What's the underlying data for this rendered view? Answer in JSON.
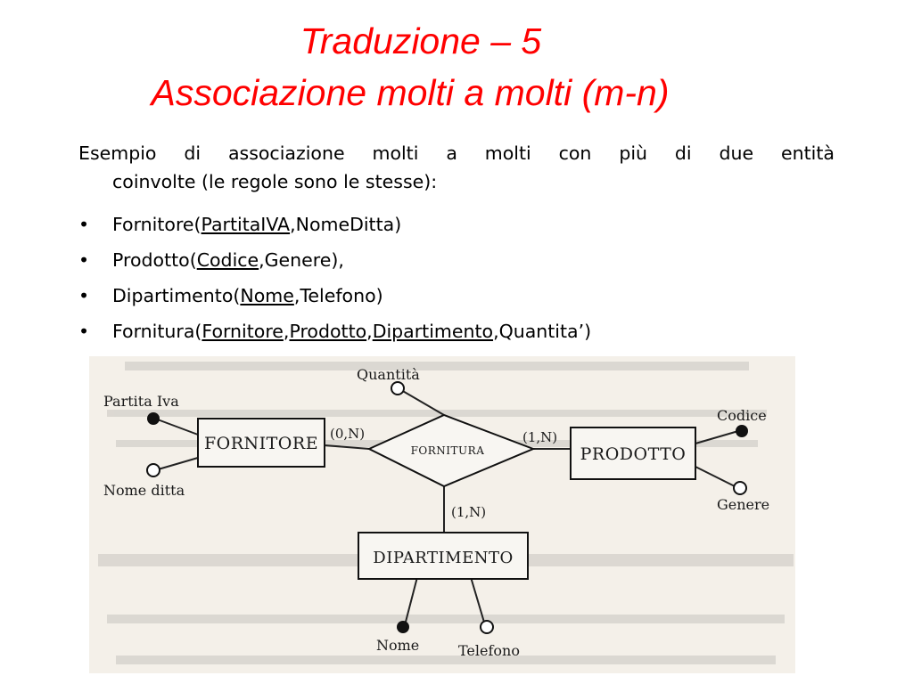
{
  "title": {
    "line1": "Traduzione – 5",
    "line2": "Associazione molti a molti (m-n)"
  },
  "intro": {
    "line1_words": [
      "Esempio",
      "di",
      "associazione",
      "molti",
      "a",
      "molti",
      "con",
      "più",
      "di",
      "due",
      "entità"
    ],
    "line2": "coinvolte (le regole sono le stesse):"
  },
  "bullets": [
    {
      "name": "Fornitore(",
      "keys": [
        "PartitaIVA"
      ],
      "rest": ",NomeDitta)"
    },
    {
      "name": "Prodotto(",
      "keys": [
        "Codice"
      ],
      "rest": ",Genere),"
    },
    {
      "name": "Dipartimento(",
      "keys": [
        "Nome"
      ],
      "rest": ",Telefono)"
    },
    {
      "name": "Fornitura(",
      "keys": [
        "Fornitore",
        "Prodotto",
        "Dipartimento"
      ],
      "rest": ",Quantita’)"
    }
  ],
  "bullet_symbol": "•",
  "diagram": {
    "entities": {
      "fornitore": "FORNITORE",
      "prodotto": "PRODOTTO",
      "dipartimento": "DIPARTIMENTO"
    },
    "relationship": "FORNITURA",
    "cardinalities": {
      "fornitore": "(0,N)",
      "prodotto": "(1,N)",
      "dipartimento": "(1,N)"
    },
    "attributes": {
      "partita_iva": "Partita Iva",
      "nome_ditta": "Nome ditta",
      "quantita": "Quantità",
      "codice": "Codice",
      "genere": "Genere",
      "nome": "Nome",
      "telefono": "Telefono"
    }
  },
  "colors": {
    "title": "#ff0000",
    "text": "#000000",
    "scan_background": "#f4f0e9"
  }
}
